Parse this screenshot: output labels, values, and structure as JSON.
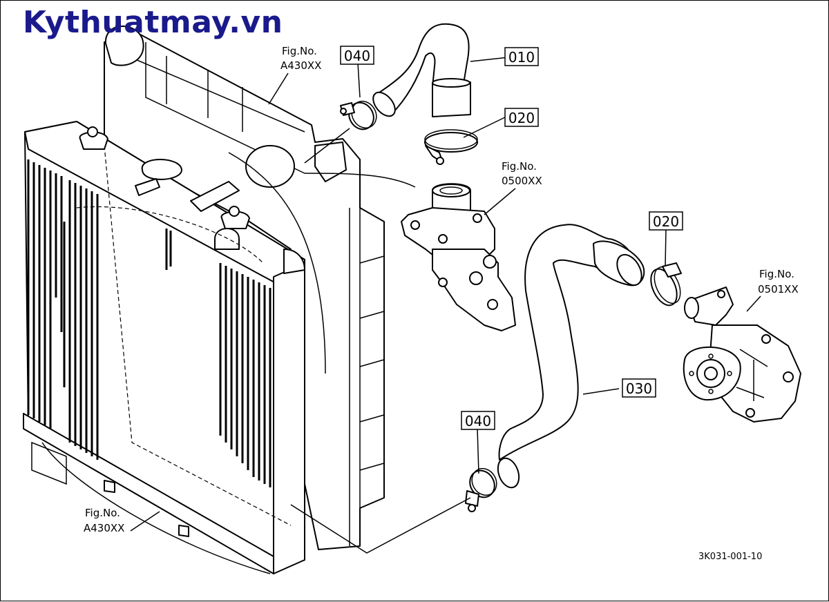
{
  "watermark": "Kythuatmay.vn",
  "callouts": {
    "part_010": "010",
    "part_020_top": "020",
    "part_020_right": "020",
    "part_030": "030",
    "part_040_top": "040",
    "part_040_bottom": "040"
  },
  "figure_refs": {
    "fig_label": "Fig.No.",
    "radiator_top": "A430XX",
    "radiator_bottom": "A430XX",
    "thermostat_housing": "0500XX",
    "water_pump": "0501XX"
  },
  "drawing_code": "3K031-001-10"
}
